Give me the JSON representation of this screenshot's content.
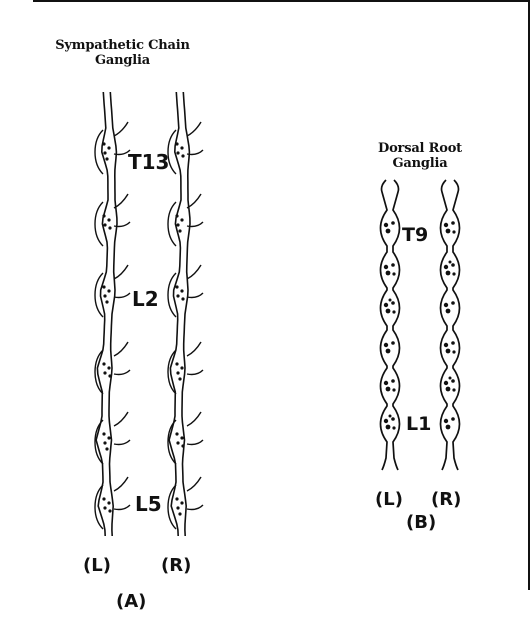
{
  "panel_a": {
    "title_line1": "Sympathetic Chain",
    "title_line2": "Ganglia",
    "level_labels": [
      "T13",
      "L2",
      "L5"
    ],
    "side_left": "(L)",
    "side_right": "(R)",
    "panel_label": "(A)"
  },
  "panel_b": {
    "title_line1": "Dorsal Root",
    "title_line2": "Ganglia",
    "level_labels": [
      "T9",
      "L1"
    ],
    "side_left": "(L)",
    "side_right": "(R)",
    "panel_label": "(B)"
  }
}
